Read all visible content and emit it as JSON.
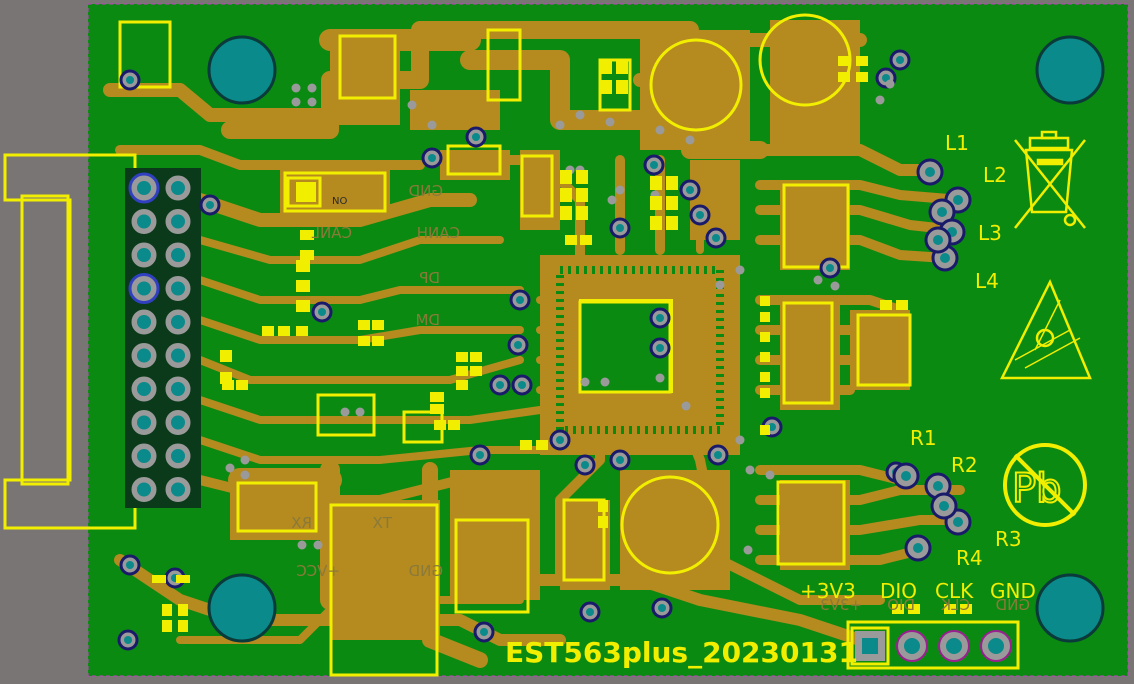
{
  "board": {
    "title": "EST563plus_20230131",
    "colors": {
      "background": "#7a7575",
      "copper_fill": "#0b8a12",
      "trace": "#b58a1f",
      "silkscreen": "#f2ee00",
      "hole": "#0a8a8a",
      "via": "#9a9a9a",
      "outline": "#c040c0",
      "keepout": "#7fd8ff"
    }
  },
  "labels": {
    "inductors": [
      "L1",
      "L2",
      "L3",
      "L4"
    ],
    "resistors": [
      "R1",
      "R2",
      "R3",
      "R4"
    ],
    "header_pins": [
      "+3V3",
      "DIO",
      "CLK",
      "GND"
    ],
    "header_pins_mirror": [
      "+3V3",
      "DIO",
      "CLK",
      "GND"
    ],
    "left_block": {
      "gnd_top": "GND",
      "can_h": "CANH",
      "can_l": "CANL",
      "dp": "DP",
      "dm": "DM",
      "tx": "TX",
      "rx": "RX",
      "gnd_bot": "GND",
      "vcc": "+VCC",
      "no": "NO"
    }
  },
  "symbols": {
    "weee": "weee-bin-icon",
    "esd": "esd-warning-icon",
    "pb_free": "pb-free-icon",
    "pb_text": "Pb"
  }
}
